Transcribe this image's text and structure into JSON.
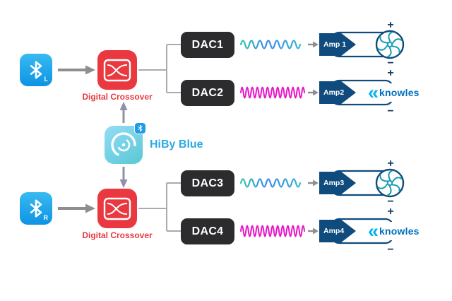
{
  "colors": {
    "bluetooth_blue": "#1ca6ea",
    "crossover_red": "#ea3840",
    "dac_dark": "#2c2c2e",
    "amp_navy": "#0f4b7d",
    "wave_low_teal": "#2fc6a8",
    "wave_low_blue": "#3b86f0",
    "wave_high_magenta": "#e816c6",
    "hub_text_blue": "#2baae2",
    "knowles_text": "#0070bf",
    "knowles_mark": "#00b3ef",
    "arrow_gray": "#8e8e8e"
  },
  "hub": {
    "label": "HiBy Blue",
    "icon": "hiby-blue-app-icon",
    "badge_icon": "bluetooth-icon"
  },
  "channels": [
    {
      "input_label": "L",
      "input_icon": "bluetooth-icon",
      "crossover_label": "Digital Crossover",
      "branches": [
        {
          "dac": "DAC1",
          "amp": "Amp 1",
          "plus": "+",
          "minus": "−",
          "wave": "low-frequency-wave",
          "driver": "dynamic-driver"
        },
        {
          "dac": "DAC2",
          "amp": "Amp2",
          "plus": "+",
          "minus": "−",
          "wave": "high-frequency-wave",
          "driver": "balanced-armature",
          "brand_mark": "«",
          "brand": "knowles"
        }
      ]
    },
    {
      "input_label": "R",
      "input_icon": "bluetooth-icon",
      "crossover_label": "Digital Crossover",
      "branches": [
        {
          "dac": "DAC3",
          "amp": "Amp3",
          "plus": "+",
          "minus": "−",
          "wave": "low-frequency-wave",
          "driver": "dynamic-driver"
        },
        {
          "dac": "DAC4",
          "amp": "Amp4",
          "plus": "+",
          "minus": "−",
          "wave": "high-frequency-wave",
          "driver": "balanced-armature",
          "brand_mark": "«",
          "brand": "knowles"
        }
      ]
    }
  ]
}
